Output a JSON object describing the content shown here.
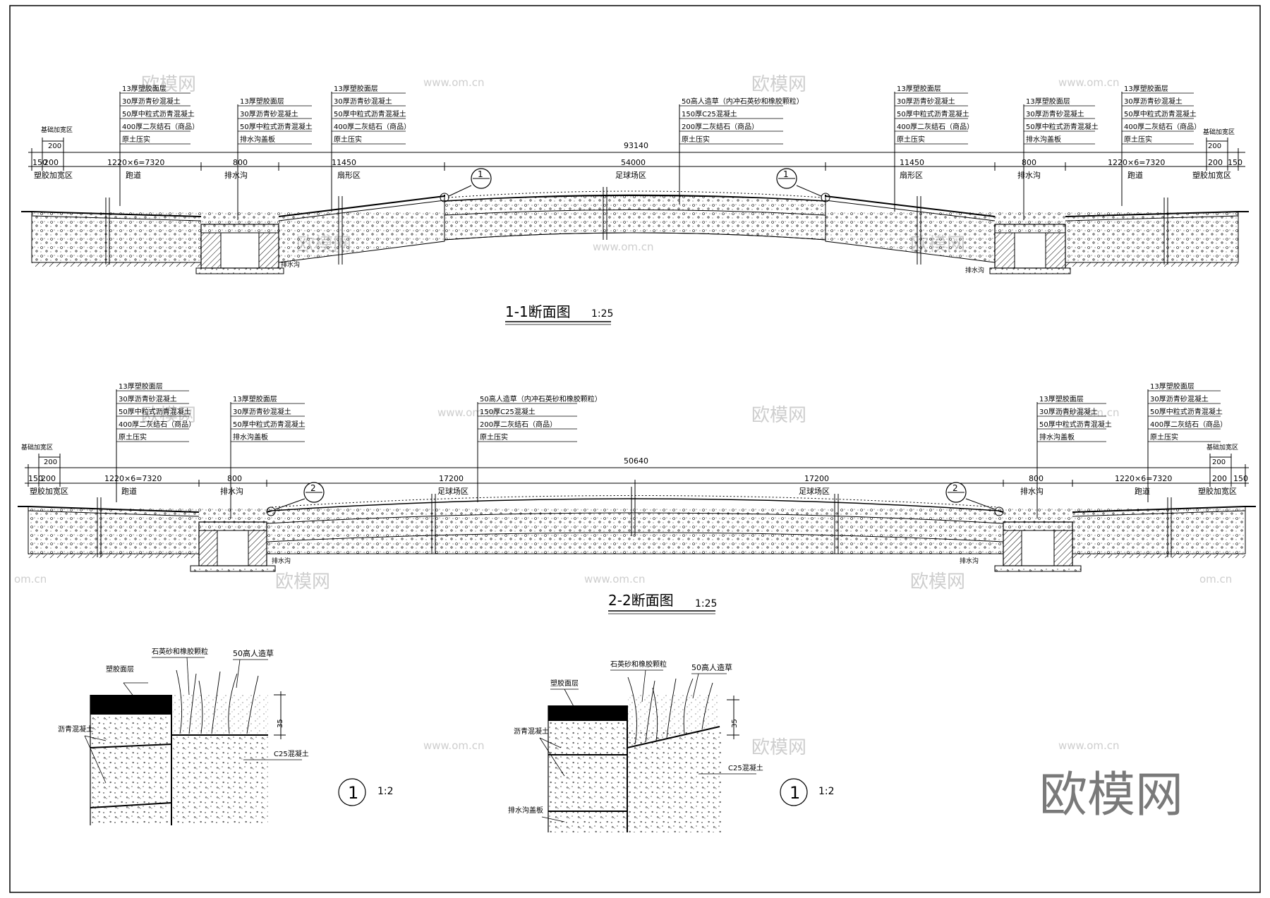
{
  "watermark": {
    "brand": "欧模网",
    "url": "www.om.cn",
    "url_short": "om.cn",
    "big_brand": "欧模网"
  },
  "section1": {
    "title": "1-1断面图",
    "scale": "1:25",
    "marker": "1",
    "total_dim": "93140",
    "sub_dims": [
      "150",
      "200",
      "1220×6=7320",
      "800",
      "11450",
      "54000",
      "11450",
      "800",
      "1220×6=7320",
      "200",
      "150"
    ],
    "tick_200": "200",
    "tick_base": "基础加宽区",
    "zones": [
      "塑胶加宽区",
      "跑道",
      "排水沟",
      "扇形区",
      "足球场区",
      "扇形区",
      "排水沟",
      "跑道",
      "塑胶加宽区"
    ],
    "drain_label": "排水沟",
    "notes": {
      "runway": [
        "13厚塑胶面层",
        "30厚沥青砂混凝土",
        "50厚中粒式沥青混凝土",
        "400厚二灰结石（商品）",
        "原土压实"
      ],
      "drain": [
        "13厚塑胶面层",
        "30厚沥青砂混凝土",
        "50厚中粒式沥青混凝土",
        "排水沟盖板"
      ],
      "fan": [
        "13厚塑胶面层",
        "30厚沥青砂混凝土",
        "50厚中粒式沥青混凝土",
        "400厚二灰结石（商品）",
        "原土压实"
      ],
      "field": [
        "50高人造草（内冲石英砂和橡胶颗粒）",
        "150厚C25混凝土",
        "200厚二灰结石（商品）",
        "原土压实"
      ],
      "fan_r": [
        "13厚塑胶面层",
        "30厚沥青砂混凝土",
        "50厚中粒式沥青混凝土",
        "400厚二灰结石（商品）",
        "原土压实"
      ],
      "drain_r": [
        "13厚塑胶面层",
        "30厚沥青砂混凝土",
        "50厚中粒式沥青混凝土",
        "排水沟盖板"
      ],
      "runway_r": [
        "13厚塑胶面层",
        "30厚沥青砂混凝土",
        "50厚中粒式沥青混凝土",
        "400厚二灰结石（商品）",
        "原土压实"
      ]
    }
  },
  "section2": {
    "title": "2-2断面图",
    "scale": "1:25",
    "marker": "2",
    "total_dim": "50640",
    "sub_dims": [
      "150",
      "200",
      "1220×6=7320",
      "800",
      "17200",
      "17200",
      "800",
      "1220×6=7320",
      "200",
      "150"
    ],
    "tick_200": "200",
    "tick_base": "基础加宽区",
    "zones": [
      "塑胶加宽区",
      "跑道",
      "排水沟",
      "足球场区",
      "足球场区",
      "排水沟",
      "跑道",
      "塑胶加宽区"
    ],
    "drain_label": "排水沟",
    "notes": {
      "runway": [
        "13厚塑胶面层",
        "30厚沥青砂混凝土",
        "50厚中粒式沥青混凝土",
        "400厚二灰结石（商品）",
        "原土压实"
      ],
      "drain": [
        "13厚塑胶面层",
        "30厚沥青砂混凝土",
        "50厚中粒式沥青混凝土",
        "排水沟盖板"
      ],
      "field": [
        "50高人造草（内冲石英砂和橡胶颗粒）",
        "150厚C25混凝土",
        "200厚二灰结石（商品）",
        "原土压实"
      ],
      "drain_r": [
        "13厚塑胶面层",
        "30厚沥青砂混凝土",
        "50厚中粒式沥青混凝土",
        "排水沟盖板"
      ],
      "runway_r": [
        "13厚塑胶面层",
        "30厚沥青砂混凝土",
        "50厚中粒式沥青混凝土",
        "400厚二灰结石（商品）",
        "原土压实"
      ]
    }
  },
  "detail1": {
    "marker": "1",
    "scale": "1:2",
    "labels": {
      "rubber": "塑胶面层",
      "quartz": "石英砂和橡胶颗粒",
      "grass": "50高人造草",
      "asphalt": "沥青混凝土",
      "c25": "C25混凝土",
      "dim": "35"
    }
  },
  "detail2": {
    "marker": "1",
    "scale": "1:2",
    "labels": {
      "rubber": "塑胶面层",
      "quartz": "石英砂和橡胶颗粒",
      "grass": "50高人造草",
      "asphalt": "沥青混凝土",
      "c25": "C25混凝土",
      "cover": "排水沟盖板",
      "dim": "35"
    }
  }
}
